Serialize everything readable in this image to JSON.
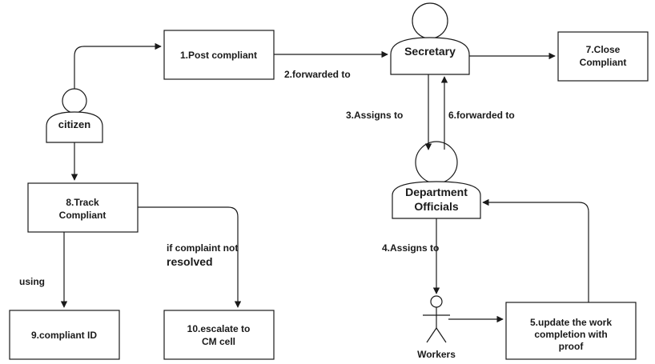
{
  "nodes": {
    "post": {
      "line1": "1.Post compliant"
    },
    "close": {
      "line1": "7.Close",
      "line2": "Compliant"
    },
    "track": {
      "line1": "8.Track",
      "line2": "Compliant"
    },
    "compliant_id": {
      "line1": "9.compliant ID"
    },
    "escalate": {
      "line1": "10.escalate to",
      "line2": "CM cell"
    },
    "update": {
      "line1": "5.update the work",
      "line2": "completion with",
      "line3": "proof"
    }
  },
  "actors": {
    "citizen": "citizen",
    "secretary": "Secretary",
    "dept_line1": "Department",
    "dept_line2": "Officials",
    "workers": "Workers"
  },
  "edges": {
    "forwarded_to_2": "2.forwarded to",
    "assigns_to_3": "3.Assigns to",
    "forwarded_to_6": "6.forwarded to",
    "assigns_to_4": "4.Assigns to",
    "using": "using",
    "not_resolved_line1": "if complaint not",
    "not_resolved_line2": "resolved"
  }
}
